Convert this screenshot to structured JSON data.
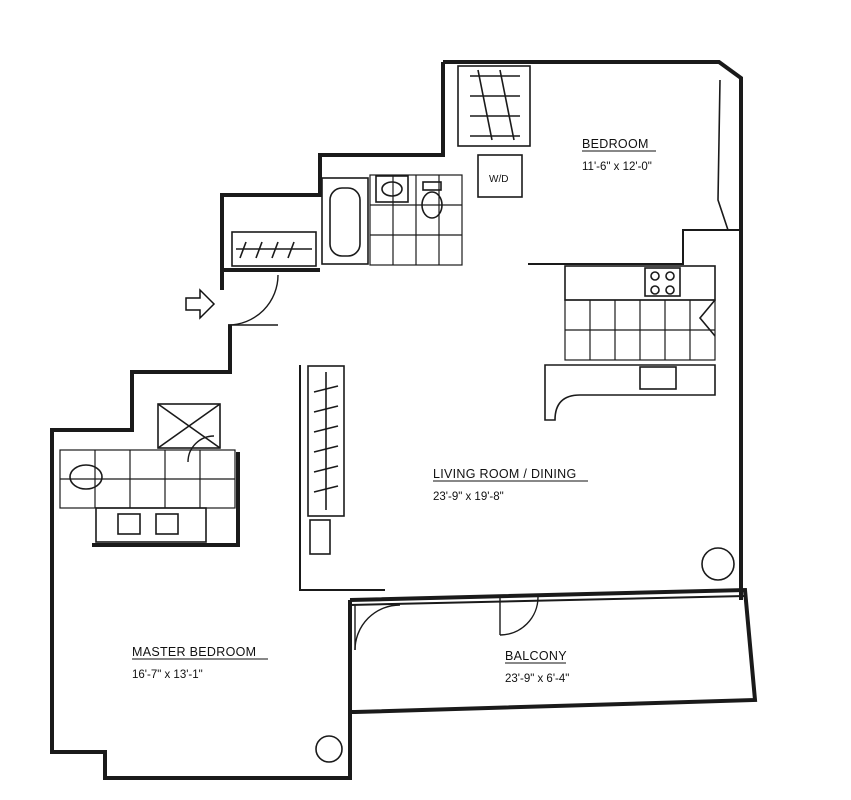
{
  "rooms": {
    "bedroom": {
      "name": "BEDROOM",
      "dims": "11'-6\" x 12'-0\""
    },
    "living": {
      "name": "LIVING ROOM / DINING",
      "dims": "23'-9\" x 19'-8\""
    },
    "master": {
      "name": "MASTER BEDROOM",
      "dims": "16'-7\" x 13'-1\""
    },
    "balcony": {
      "name": "BALCONY",
      "dims": "23'-9\" x 6'-4\""
    }
  },
  "fixtures": {
    "washer_dryer": "W/D"
  },
  "icons": {
    "entry": "entry-arrow-icon"
  }
}
